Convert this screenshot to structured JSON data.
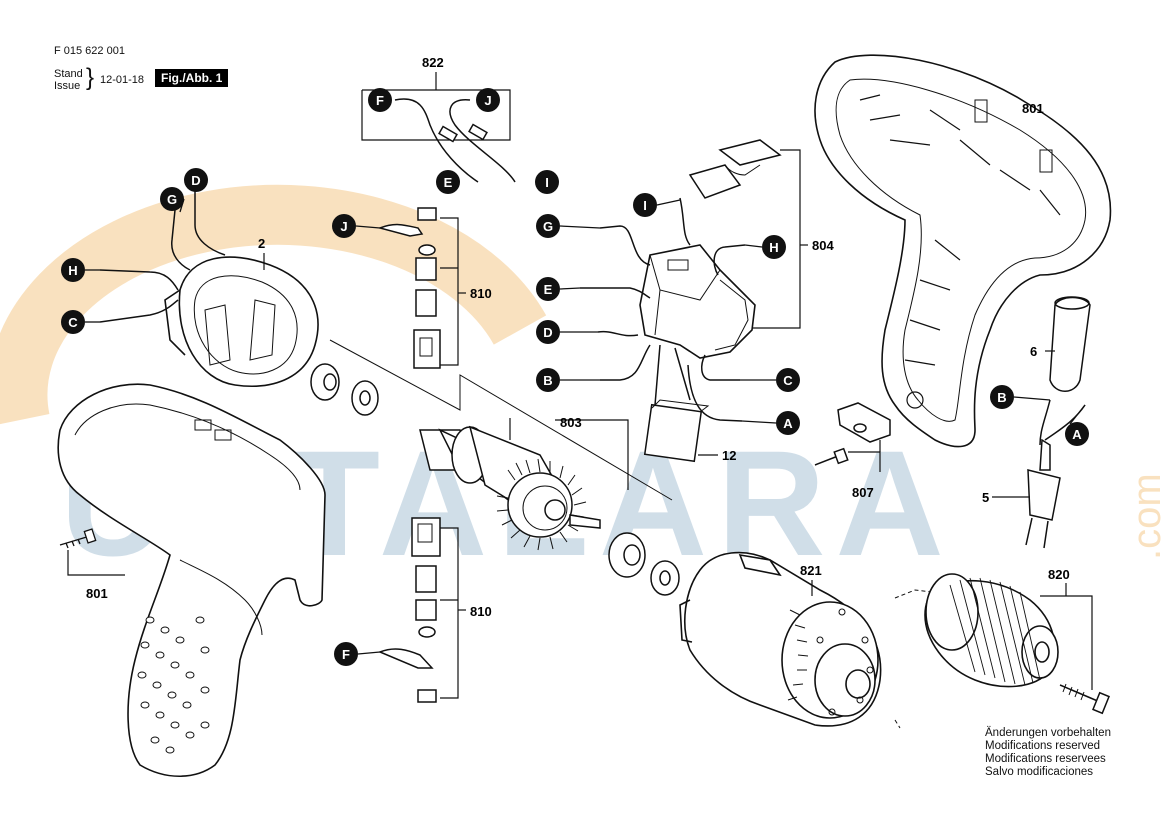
{
  "header": {
    "part_number": "F 015 622 001",
    "stand_label": "Stand",
    "issue_label": "Issue",
    "date": "12-01-18",
    "figure_tag": "Fig./Abb. 1"
  },
  "watermark": {
    "text": "USTALARA",
    "suffix": ".com",
    "ring_color": "#f5c98a",
    "text_color": "#a9c3d6"
  },
  "part_labels": {
    "p801_housing_right": "801",
    "p801_housing_left": "801",
    "p822": "822",
    "p2": "2",
    "p810_top": "810",
    "p810_bottom": "810",
    "p803": "803",
    "p804": "804",
    "p12": "12",
    "p807": "807",
    "p6": "6",
    "p5": "5",
    "p821": "821",
    "p820": "820"
  },
  "wire_markers": [
    {
      "letter": "F"
    },
    {
      "letter": "J"
    },
    {
      "letter": "E"
    },
    {
      "letter": "I"
    },
    {
      "letter": "D"
    },
    {
      "letter": "G"
    },
    {
      "letter": "H"
    },
    {
      "letter": "C"
    },
    {
      "letter": "J"
    },
    {
      "letter": "I"
    },
    {
      "letter": "G"
    },
    {
      "letter": "H"
    },
    {
      "letter": "E"
    },
    {
      "letter": "D"
    },
    {
      "letter": "B"
    },
    {
      "letter": "C"
    },
    {
      "letter": "A"
    },
    {
      "letter": "B"
    },
    {
      "letter": "A"
    },
    {
      "letter": "F"
    }
  ],
  "notes": [
    "Änderungen vorbehalten",
    "Modifications reserved",
    "Modifications reservees",
    "Salvo modificaciones"
  ]
}
